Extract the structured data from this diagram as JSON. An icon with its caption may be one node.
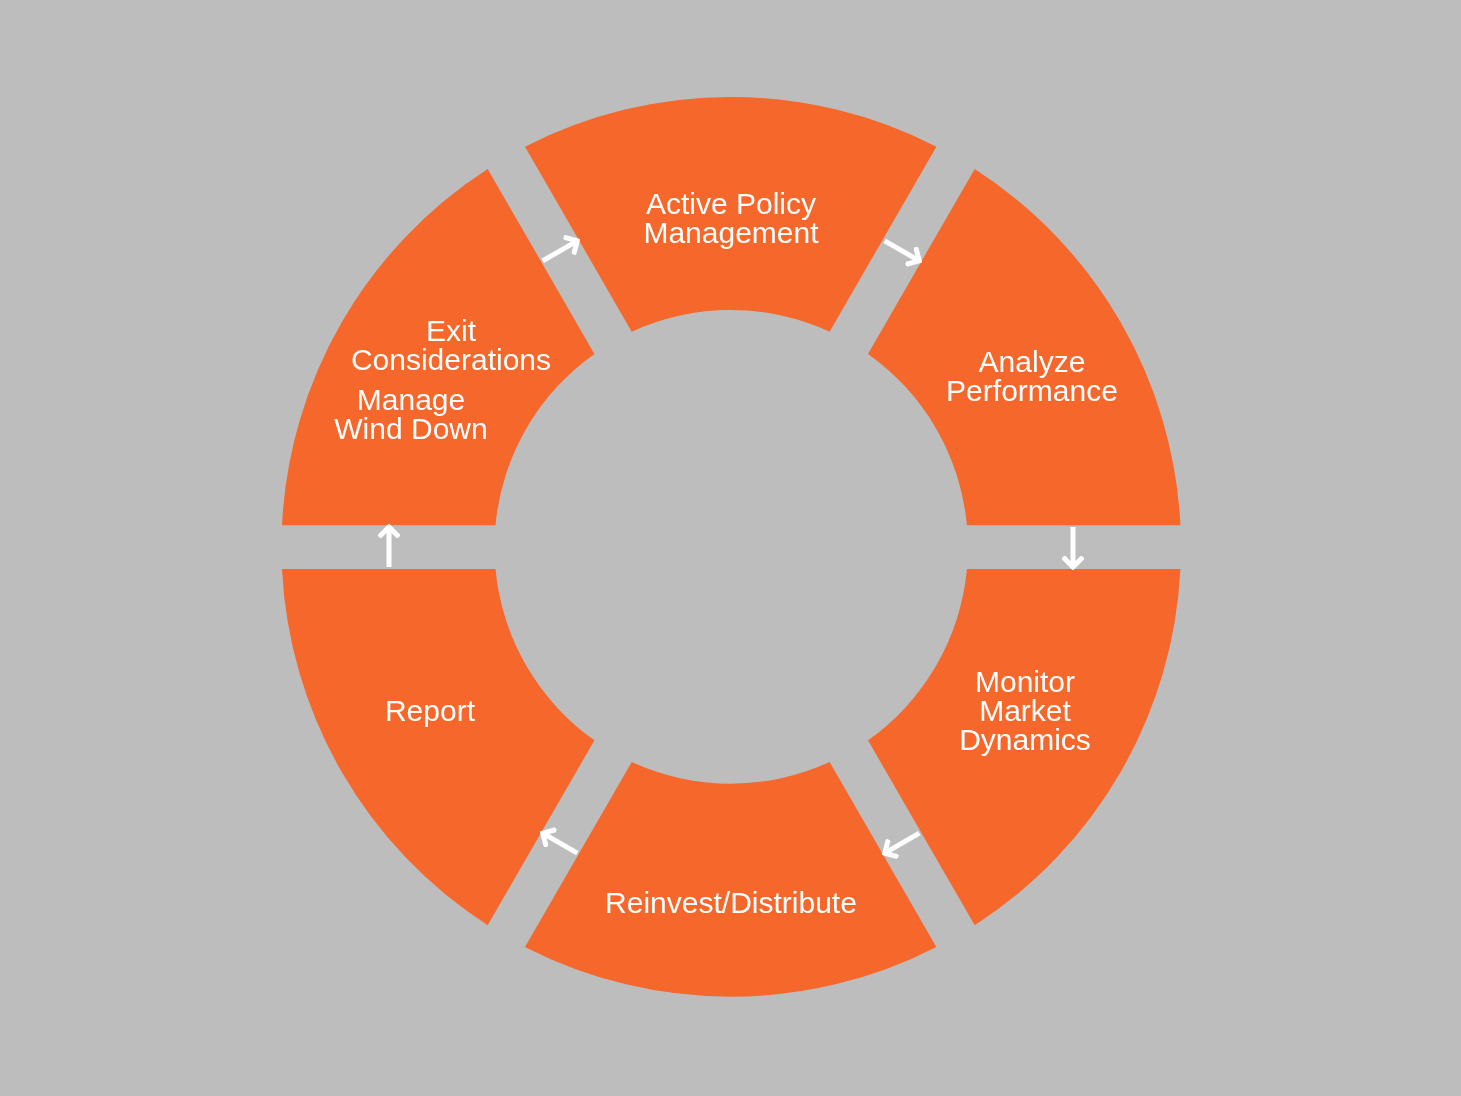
{
  "diagram": {
    "nodes": [
      {
        "text": [
          "Active Policy Management"
        ]
      },
      {
        "text": [
          "Analyze Performance"
        ]
      },
      {
        "text": [
          "Monitor Market Dynamics"
        ]
      },
      {
        "text": [
          "Reinvest/Distribute"
        ]
      },
      {
        "text": [
          "Report"
        ]
      },
      {
        "text": [
          "Exit Considerations",
          "Manage Wind Down"
        ]
      }
    ],
    "edges": [
      {
        "from": 0,
        "to": 1,
        "arrow": "to"
      },
      {
        "from": 1,
        "to": 2,
        "arrow": "to"
      },
      {
        "from": 2,
        "to": 3,
        "arrow": "to"
      },
      {
        "from": 3,
        "to": 4,
        "arrow": "to"
      },
      {
        "from": 4,
        "to": 5,
        "arrow": "to"
      },
      {
        "from": 5,
        "to": 0,
        "arrow": "to"
      }
    ]
  }
}
